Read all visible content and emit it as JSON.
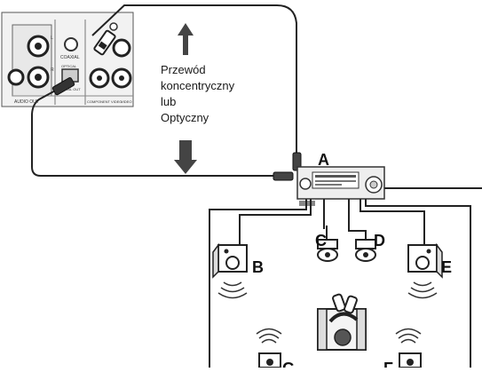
{
  "caption": {
    "lines": [
      "Przewód",
      "koncentryczny",
      "lub",
      "Optyczny"
    ]
  },
  "player_panel": {
    "coaxial_label": "COAXIAL",
    "optical_label": "OPTICAL",
    "digital_out_label": "DIGITAL OUT",
    "audio_out_label": "AUDIO OUT",
    "component_video_label": "COMPONENT VIDEO",
    "video_label": "VIDEO",
    "l_label": "L",
    "r_label": "R"
  },
  "labels": {
    "receiver": "A",
    "front_left": "B",
    "center_left": "C",
    "center_right": "D",
    "front_right": "E",
    "rear_left": "G",
    "rear_right": "F"
  }
}
